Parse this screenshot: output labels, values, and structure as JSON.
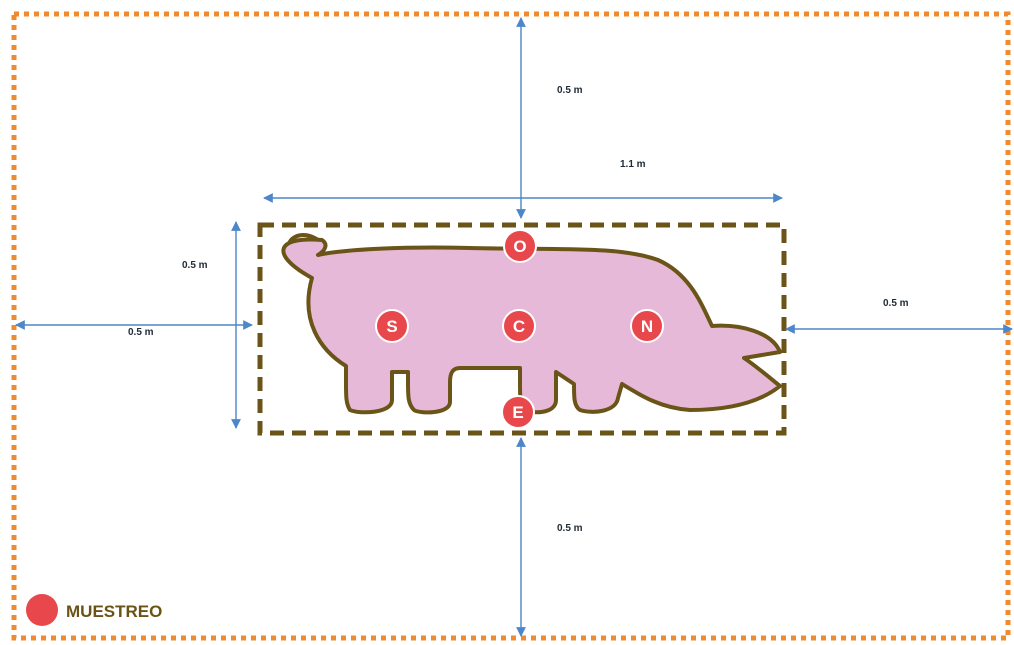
{
  "colors": {
    "outer_border": "#f08a2c",
    "pen_border": "#6b5418",
    "pig_fill": "#e7b9d9",
    "pig_outline": "#6b5418",
    "arrow": "#4d86c9",
    "sample_point": "#e8474c",
    "legend_text": "#6a5314"
  },
  "dimensions": {
    "top": "0.5 m",
    "length": "1.1 m",
    "width": "0.5 m",
    "left": "0.5 m",
    "right": "0.5 m",
    "bottom": "0.5 m"
  },
  "sampling_points": [
    {
      "label": "O"
    },
    {
      "label": "S"
    },
    {
      "label": "C"
    },
    {
      "label": "N"
    },
    {
      "label": "E"
    }
  ],
  "legend": {
    "label": "MUESTREO",
    "icon": "red-circle-icon"
  }
}
